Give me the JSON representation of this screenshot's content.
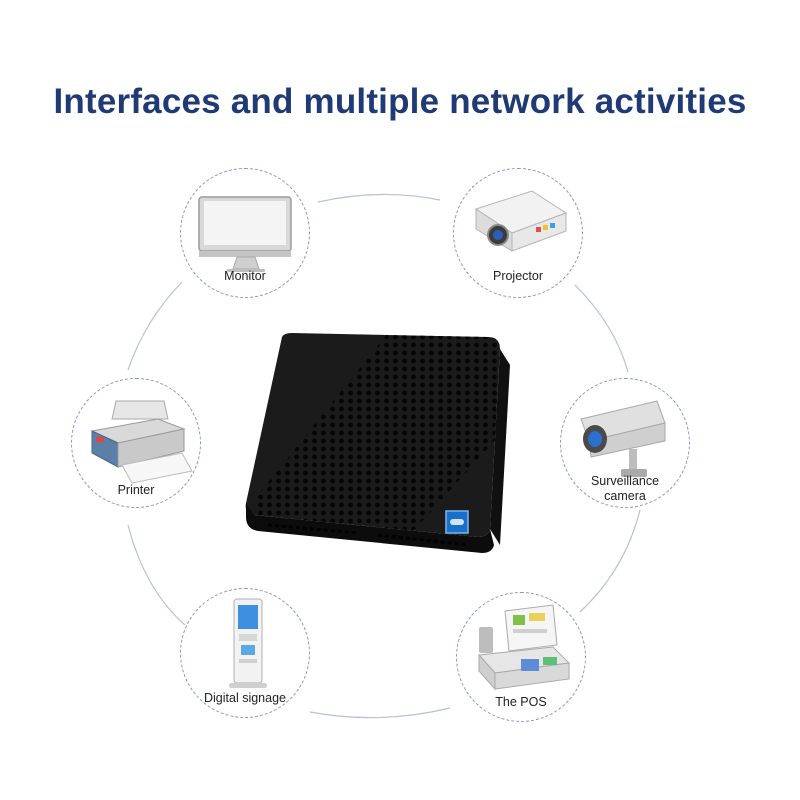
{
  "title": "Interfaces and multiple network activities",
  "nodes": {
    "monitor": {
      "label": "Monitor"
    },
    "projector": {
      "label": "Projector"
    },
    "printer": {
      "label": "Printer"
    },
    "camera": {
      "label_line1": "Surveillance",
      "label_line2": "camera"
    },
    "signage": {
      "label": "Digital signage"
    },
    "pos": {
      "label": "The POS"
    }
  },
  "colors": {
    "title": "#1f3a75",
    "ring": "#b9bfd8",
    "node_border": "#8a94c2",
    "device_body": "#141414",
    "badge": "#1a6fc9"
  }
}
